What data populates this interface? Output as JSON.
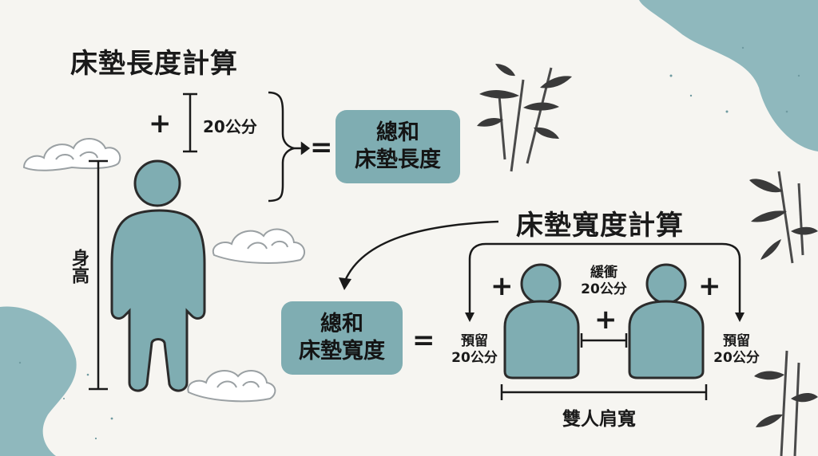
{
  "length_section": {
    "title": "床墊長度計算",
    "plus": "+",
    "margin_label": "20公分",
    "equals": "=",
    "result_line1": "總和",
    "result_line2": "床墊長度",
    "height_label": "身高"
  },
  "width_section": {
    "title": "床墊寬度計算",
    "result_line1": "總和",
    "result_line2": "床墊寬度",
    "equals": "=",
    "left_reserve_line1": "預留",
    "left_reserve_line2": "20公分",
    "right_reserve_line1": "預留",
    "right_reserve_line2": "20公分",
    "buffer_line1": "緩衝",
    "buffer_line2": "20公分",
    "plus_left": "+",
    "plus_middle": "+",
    "plus_right": "+",
    "shoulder_label": "雙人肩寬"
  },
  "colors": {
    "teal": "#7fadb2",
    "teal_light": "#8fb8bd",
    "ink": "#1a1a1a",
    "background": "#f6f5f1"
  }
}
